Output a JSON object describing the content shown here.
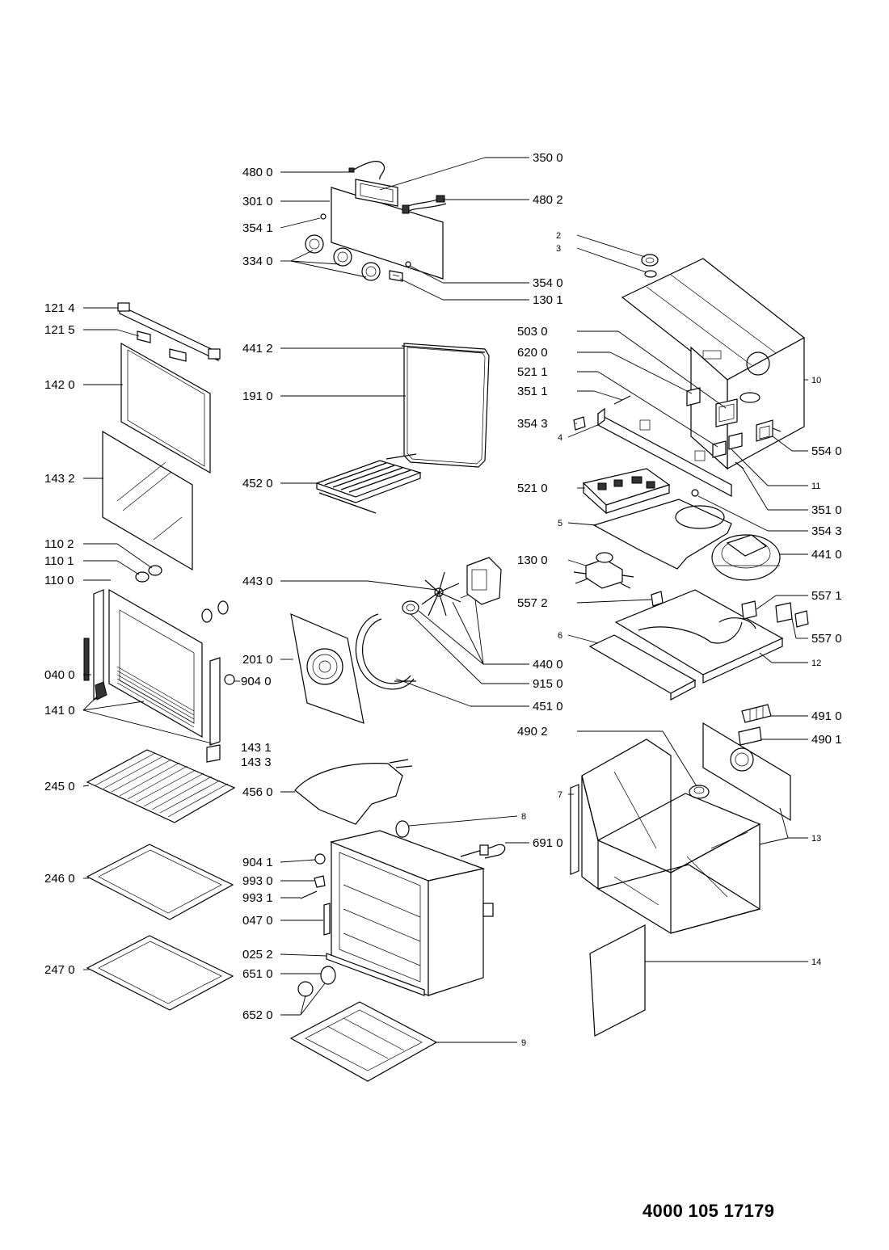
{
  "document_number": "4000 105 17179",
  "labels": {
    "l_480_0": "480 0",
    "l_350_0": "350 0",
    "l_301_0": "301 0",
    "l_480_2": "480 2",
    "l_354_1": "354 1",
    "l_334_0": "334 0",
    "l_354_0": "354 0",
    "l_130_1": "130 1",
    "l_2": "2",
    "l_3": "3",
    "l_10": "10",
    "l_121_4": "121 4",
    "l_121_5": "121 5",
    "l_142_0": "142 0",
    "l_143_2": "143 2",
    "l_110_2": "110 2",
    "l_110_1": "110 1",
    "l_110_0": "110 0",
    "l_040_0": "040 0",
    "l_141_0": "141 0",
    "l_143_1": "143 1",
    "l_143_3": "143 3",
    "l_245_0": "245 0",
    "l_246_0": "246 0",
    "l_247_0": "247 0",
    "l_441_2": "441 2",
    "l_191_0": "191 0",
    "l_452_0": "452 0",
    "l_443_0": "443 0",
    "l_201_0": "201 0",
    "l_904_0": "904 0",
    "l_440_0": "440 0",
    "l_915_0": "915 0",
    "l_451_0": "451 0",
    "l_456_0": "456 0",
    "l_904_1": "904 1",
    "l_993_0": "993 0",
    "l_993_1": "993 1",
    "l_047_0": "047 0",
    "l_025_2": "025 2",
    "l_651_0": "651 0",
    "l_652_0": "652 0",
    "l_9": "9",
    "l_8": "8",
    "l_691_0": "691 0",
    "l_503_0": "503 0",
    "l_620_0": "620 0",
    "l_521_1": "521 1",
    "l_351_1": "351 1",
    "l_354_3a": "354 3",
    "l_4": "4",
    "l_554_0": "554 0",
    "l_11": "11",
    "l_521_0": "521 0",
    "l_351_0": "351 0",
    "l_5": "5",
    "l_354_3b": "354 3",
    "l_130_0": "130 0",
    "l_441_0": "441 0",
    "l_557_2": "557 2",
    "l_557_1": "557 1",
    "l_6": "6",
    "l_557_0": "557 0",
    "l_12": "12",
    "l_491_0": "491 0",
    "l_490_2": "490 2",
    "l_490_1": "490 1",
    "l_7": "7",
    "l_13": "13",
    "l_14": "14"
  }
}
